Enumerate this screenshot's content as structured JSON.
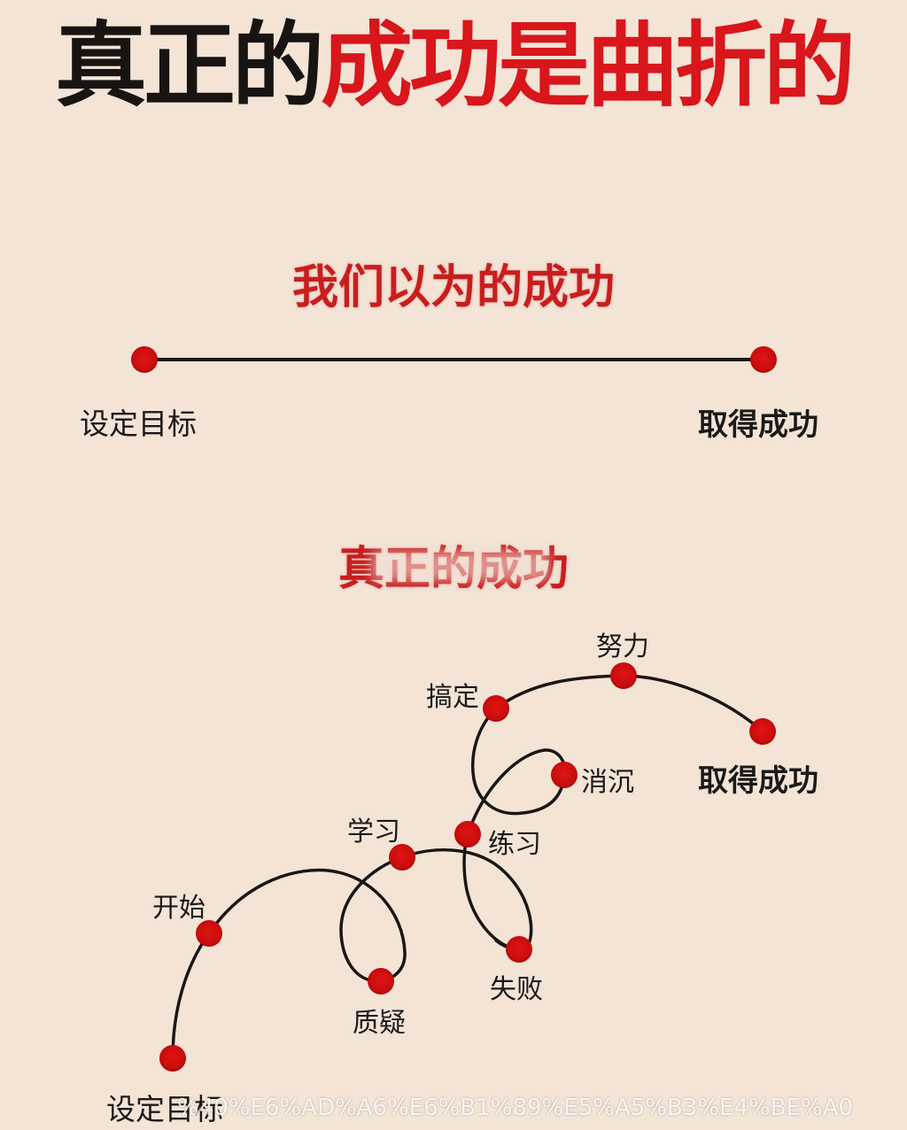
{
  "title": {
    "part_black": "真正的",
    "part_red": "成功是曲折的"
  },
  "section1": {
    "heading": "我们以为的成功",
    "start_label": "设定目标",
    "end_label": "取得成功"
  },
  "section2": {
    "heading": "真正的成功",
    "nodes": [
      {
        "id": "start",
        "label": "设定目标"
      },
      {
        "id": "begin",
        "label": "开始"
      },
      {
        "id": "doubt",
        "label": "质疑"
      },
      {
        "id": "learn",
        "label": "学习"
      },
      {
        "id": "fail",
        "label": "失败"
      },
      {
        "id": "practice",
        "label": "练习"
      },
      {
        "id": "depressed",
        "label": "消沉"
      },
      {
        "id": "done",
        "label": "搞定"
      },
      {
        "id": "effort",
        "label": "努力"
      },
      {
        "id": "success",
        "label": "取得成功"
      }
    ]
  },
  "watermark": {
    "text": "%40%E6%AD%A6%E6%B1%89%E5%A5%B3%E4%BE%A0"
  },
  "colors": {
    "background": "#f3e4d6",
    "accent_red": "#d8161b",
    "dot_red": "#d10f10",
    "line": "#1a1614"
  }
}
